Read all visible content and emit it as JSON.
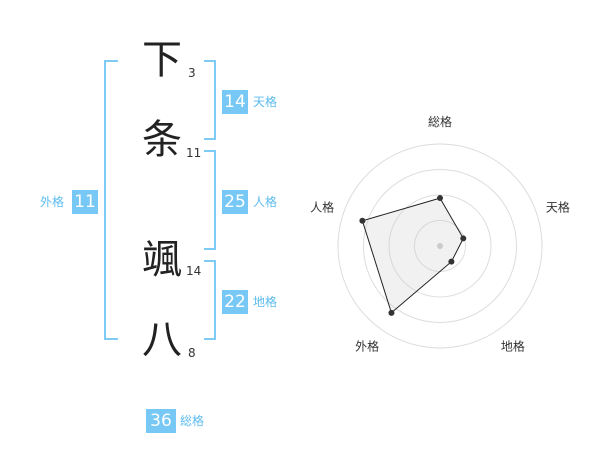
{
  "characters": [
    {
      "char": "下",
      "strokes": "3"
    },
    {
      "char": "条",
      "strokes": "11"
    },
    {
      "char": "颯",
      "strokes": "14"
    },
    {
      "char": "八",
      "strokes": "8"
    }
  ],
  "kaku": {
    "tenkaku": {
      "value": "14",
      "label": "天格"
    },
    "jinkaku": {
      "value": "25",
      "label": "人格"
    },
    "chikaku": {
      "value": "22",
      "label": "地格"
    },
    "gaikaku": {
      "value": "11",
      "label": "外格"
    },
    "soukaku": {
      "value": "36",
      "label": "総格"
    }
  },
  "chart_data": {
    "type": "radar",
    "axes": [
      "総格",
      "天格",
      "地格",
      "外格",
      "人格"
    ],
    "values": [
      0.47,
      0.24,
      0.19,
      0.81,
      0.8
    ],
    "rings": 4
  },
  "colors": {
    "accent": "#78c8f5",
    "bracket": "#7fcbf5",
    "label": "#5cbcef"
  }
}
